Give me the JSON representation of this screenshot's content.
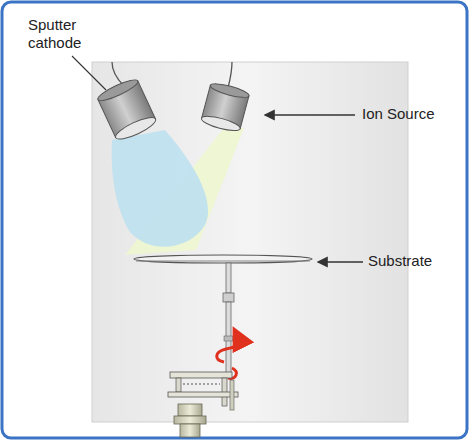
{
  "diagram": {
    "labels": [
      "Sputter cathode",
      "Ion Source",
      "Substrate"
    ]
  }
}
